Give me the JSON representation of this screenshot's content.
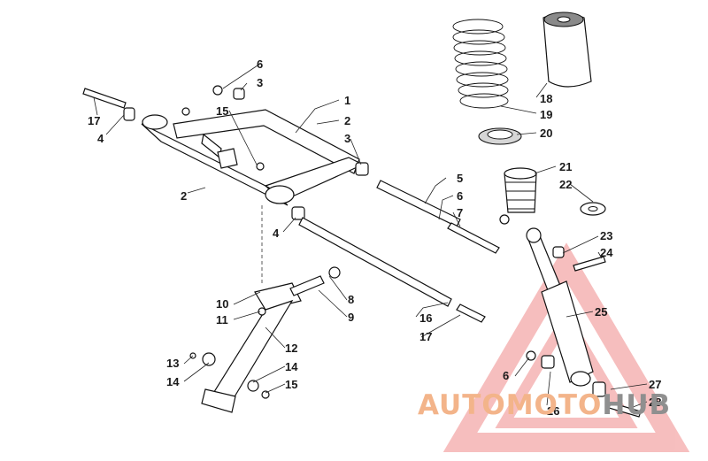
{
  "callouts": [
    {
      "id": "c1",
      "label": "1"
    },
    {
      "id": "c2a",
      "label": "2"
    },
    {
      "id": "c2b",
      "label": "2"
    },
    {
      "id": "c3a",
      "label": "3"
    },
    {
      "id": "c3b",
      "label": "3"
    },
    {
      "id": "c4a",
      "label": "4"
    },
    {
      "id": "c4b",
      "label": "4"
    },
    {
      "id": "c5",
      "label": "5"
    },
    {
      "id": "c6a",
      "label": "6"
    },
    {
      "id": "c6b",
      "label": "6"
    },
    {
      "id": "c6c",
      "label": "6"
    },
    {
      "id": "c7",
      "label": "7"
    },
    {
      "id": "c8",
      "label": "8"
    },
    {
      "id": "c9",
      "label": "9"
    },
    {
      "id": "c10",
      "label": "10"
    },
    {
      "id": "c11",
      "label": "11"
    },
    {
      "id": "c12",
      "label": "12"
    },
    {
      "id": "c13",
      "label": "13"
    },
    {
      "id": "c14a",
      "label": "14"
    },
    {
      "id": "c14b",
      "label": "14"
    },
    {
      "id": "c15a",
      "label": "15"
    },
    {
      "id": "c15b",
      "label": "15"
    },
    {
      "id": "c16",
      "label": "16"
    },
    {
      "id": "c17a",
      "label": "17"
    },
    {
      "id": "c17b",
      "label": "17"
    },
    {
      "id": "c18",
      "label": "18"
    },
    {
      "id": "c19",
      "label": "19"
    },
    {
      "id": "c20",
      "label": "20"
    },
    {
      "id": "c21",
      "label": "21"
    },
    {
      "id": "c22",
      "label": "22"
    },
    {
      "id": "c23",
      "label": "23"
    },
    {
      "id": "c24",
      "label": "24"
    },
    {
      "id": "c25",
      "label": "25"
    },
    {
      "id": "c26",
      "label": "26"
    },
    {
      "id": "c27",
      "label": "27"
    },
    {
      "id": "c28",
      "label": "28"
    }
  ],
  "watermark": {
    "part1": "AUTOMOTO",
    "part2": "HUB",
    "color_primary": "#f3b48a",
    "color_secondary": "#8f8f8f",
    "logo_color": "#f08a8a"
  }
}
